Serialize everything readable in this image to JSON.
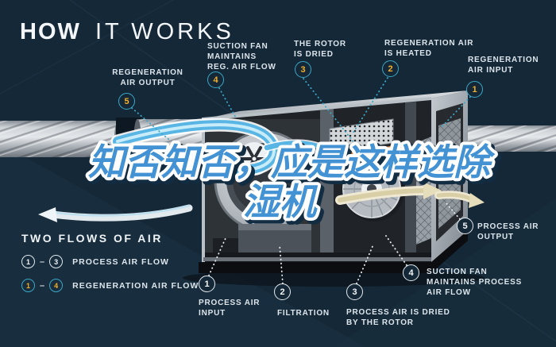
{
  "title": {
    "bold": "HOW",
    "light": "IT WORKS"
  },
  "watermark": {
    "line1": "知否知否，应是这样选除",
    "line2": "湿机"
  },
  "legend": {
    "heading": "TWO FLOWS OF AIR",
    "separator": "–",
    "rows": [
      {
        "from": "1",
        "to": "3",
        "label": "PROCESS AIR FLOW"
      },
      {
        "from": "1",
        "to": "4",
        "label": "REGENERATION AIR FLOW"
      }
    ]
  },
  "callouts": {
    "regeneration": [
      {
        "num": "5",
        "label": "REGENERATION\nAIR OUTPUT"
      },
      {
        "num": "4",
        "label": "SUCTION FAN\nMAINTAINS\nREG. AIR FLOW"
      },
      {
        "num": "3",
        "label": "THE ROTOR\nIS DRIED"
      },
      {
        "num": "2",
        "label": "REGENERATION AIR\nIS HEATED"
      },
      {
        "num": "1",
        "label": "REGENERATION\nAIR INPUT"
      }
    ],
    "process": [
      {
        "num": "1",
        "label": "PROCESS AIR\nINPUT"
      },
      {
        "num": "2",
        "label": "FILTRATION"
      },
      {
        "num": "3",
        "label": "PROCESS AIR IS DRIED\nBY THE ROTOR"
      },
      {
        "num": "4",
        "label": "SUCTION FAN\nMAINTAINS PROCESS\nAIR FLOW"
      },
      {
        "num": "5",
        "label": "PROCESS AIR\nOUTPUT"
      }
    ]
  },
  "colors": {
    "background": "#152838",
    "regeneration_accent": "#3aa8c6",
    "badge_number_yellow": "#f2b02c",
    "process_accent": "#e4ebef",
    "watermark_blue": "#4392d4",
    "watermark_outline": "#ffffff",
    "process_air_arrow": "#59b6e4",
    "regeneration_air_arrow": "#e6ddba",
    "heater_orange": "#e2823a"
  }
}
